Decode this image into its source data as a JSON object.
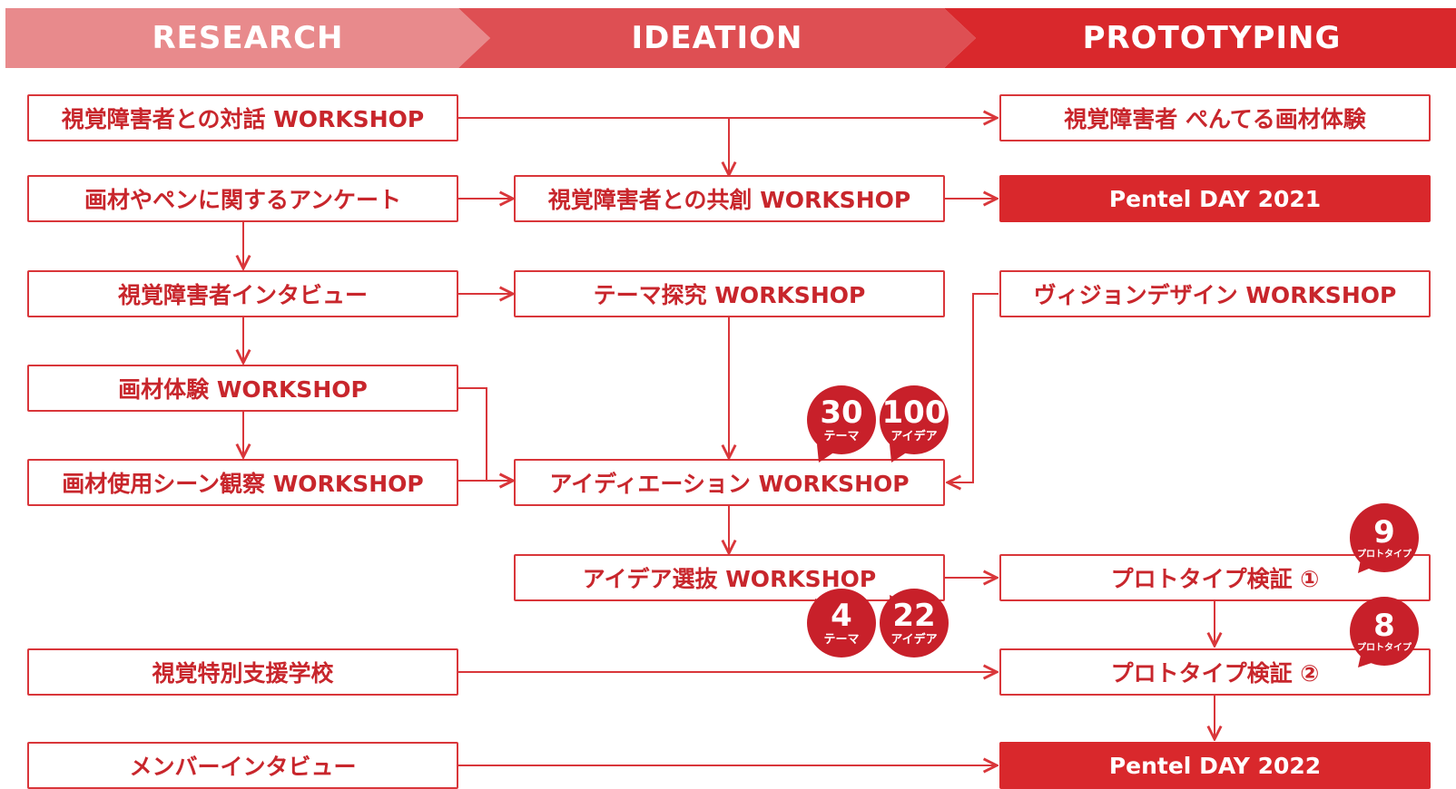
{
  "phases": {
    "research": "RESEARCH",
    "ideation": "IDEATION",
    "prototyping": "PROTOTYPING"
  },
  "nodes": {
    "r1": "視覚障害者との対話 WORKSHOP",
    "r2": "画材やペンに関するアンケート",
    "r3": "視覚障害者インタビュー",
    "r4": "画材体験 WORKSHOP",
    "r5": "画材使用シーン観察 WORKSHOP",
    "r6": "視覚特別支援学校",
    "r7": "メンバーインタビュー",
    "i1": "視覚障害者との共創 WORKSHOP",
    "i2": "テーマ探究 WORKSHOP",
    "i3": "アイディエーション WORKSHOP",
    "i4": "アイデア選抜 WORKSHOP",
    "p1": "視覚障害者 ぺんてる画材体験",
    "p2": "Pentel DAY 2021",
    "p3": "ヴィジョンデザイン WORKSHOP",
    "p4": "プロトタイプ検証 ①",
    "p5": "プロトタイプ検証 ②",
    "p6": "Pentel DAY 2022"
  },
  "badges": {
    "b1": {
      "num": "30",
      "unit": "テーマ"
    },
    "b2": {
      "num": "100",
      "unit": "アイデア"
    },
    "b3": {
      "num": "4",
      "unit": "テーマ"
    },
    "b4": {
      "num": "22",
      "unit": "アイデア"
    },
    "b5": {
      "num": "9",
      "unit": "プロトタイプ"
    },
    "b6": {
      "num": "8",
      "unit": "プロトタイプ"
    }
  },
  "colors": {
    "accent": "#d9282c",
    "research_band": "#e88a8c",
    "ideation_band": "#de4f53",
    "prototyping_band": "#d9282c"
  }
}
